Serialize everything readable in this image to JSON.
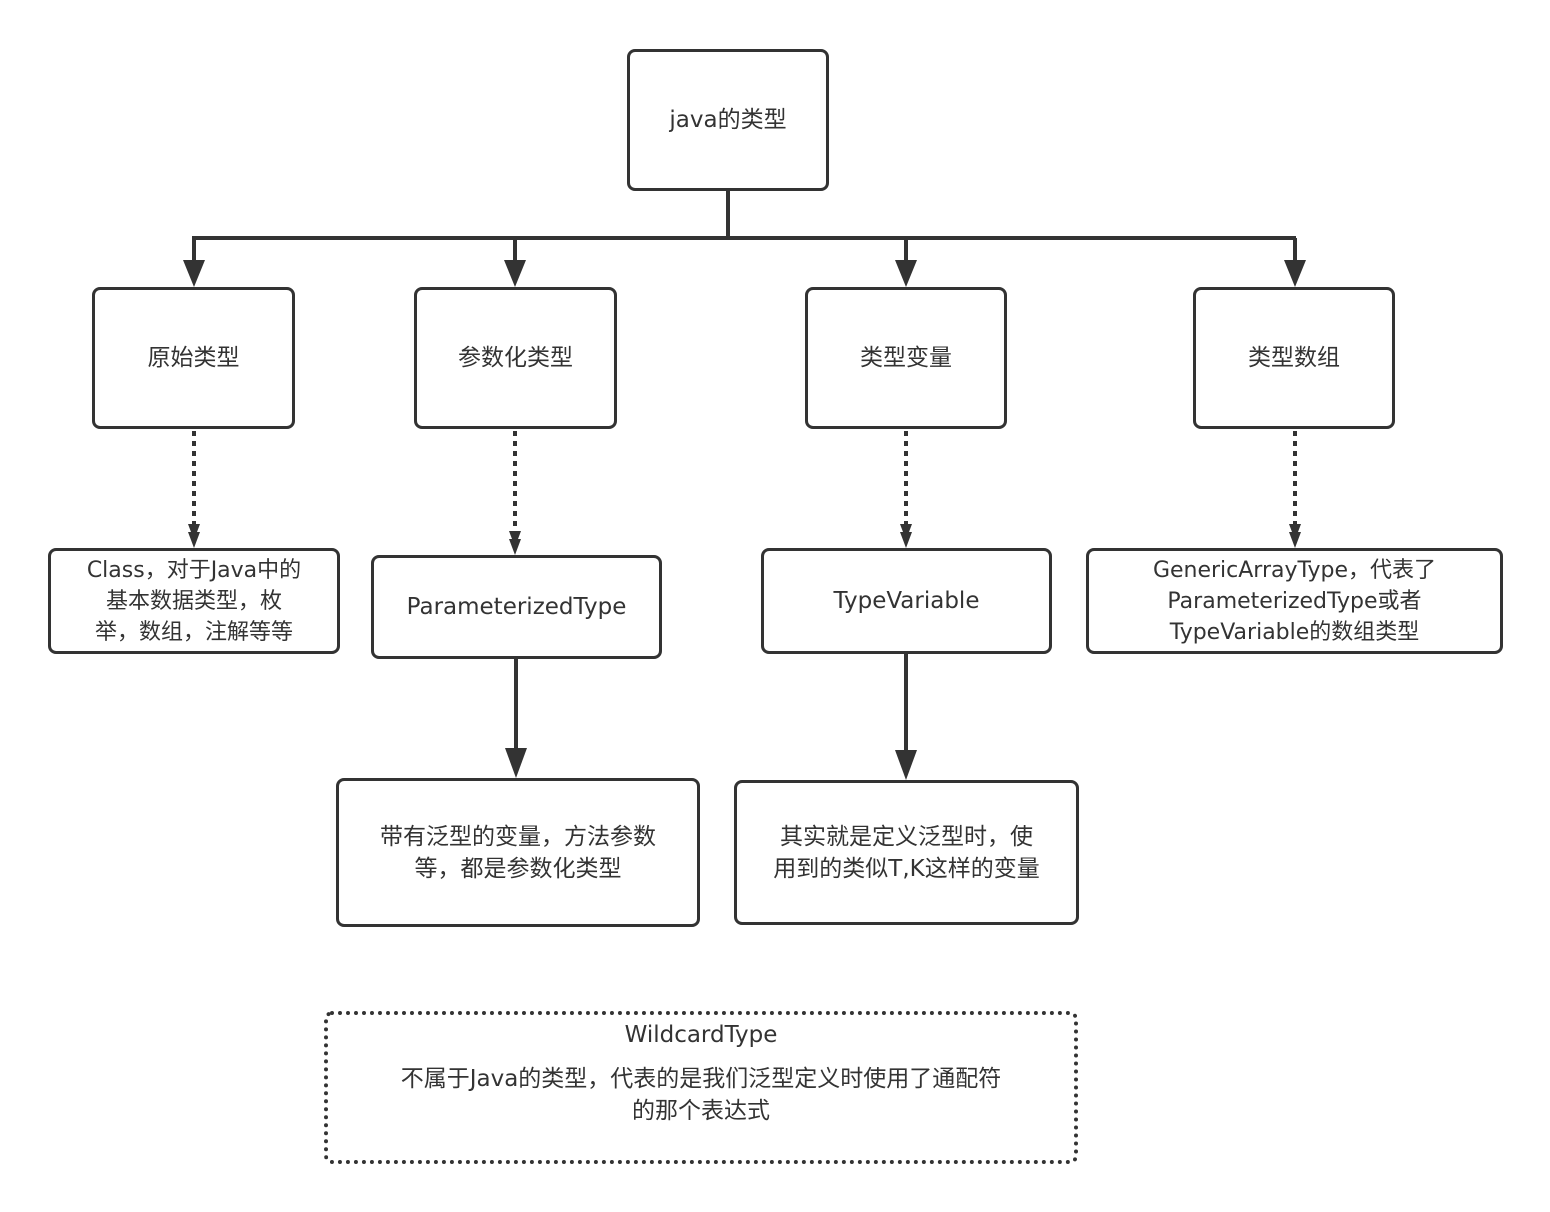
{
  "diagram": {
    "root": "java的类型",
    "categories": [
      {
        "id": "raw",
        "label": "原始类型"
      },
      {
        "id": "param",
        "label": "参数化类型"
      },
      {
        "id": "tvar",
        "label": "类型变量"
      },
      {
        "id": "arr",
        "label": "类型数组"
      }
    ],
    "implementations": {
      "class": "Class，对于Java中的\n基本数据类型，枚\n举，数组，注解等等",
      "parameterized_type": "ParameterizedType",
      "type_variable": "TypeVariable",
      "generic_array_type": "GenericArrayType，代表了\nParameterizedType或者\nTypeVariable的数组类型"
    },
    "descriptions": {
      "parameterized_type": "带有泛型的变量，方法参数\n等，都是参数化类型",
      "type_variable": "其实就是定义泛型时，使\n用到的类似T,K这样的变量"
    },
    "wildcard": {
      "title": "WildcardType",
      "text": "不属于Java的类型，代表的是我们泛型定义时使用了通配符\n的那个表达式"
    },
    "colors": {
      "stroke": "#333333",
      "background": "#ffffff",
      "text": "#333333"
    }
  }
}
